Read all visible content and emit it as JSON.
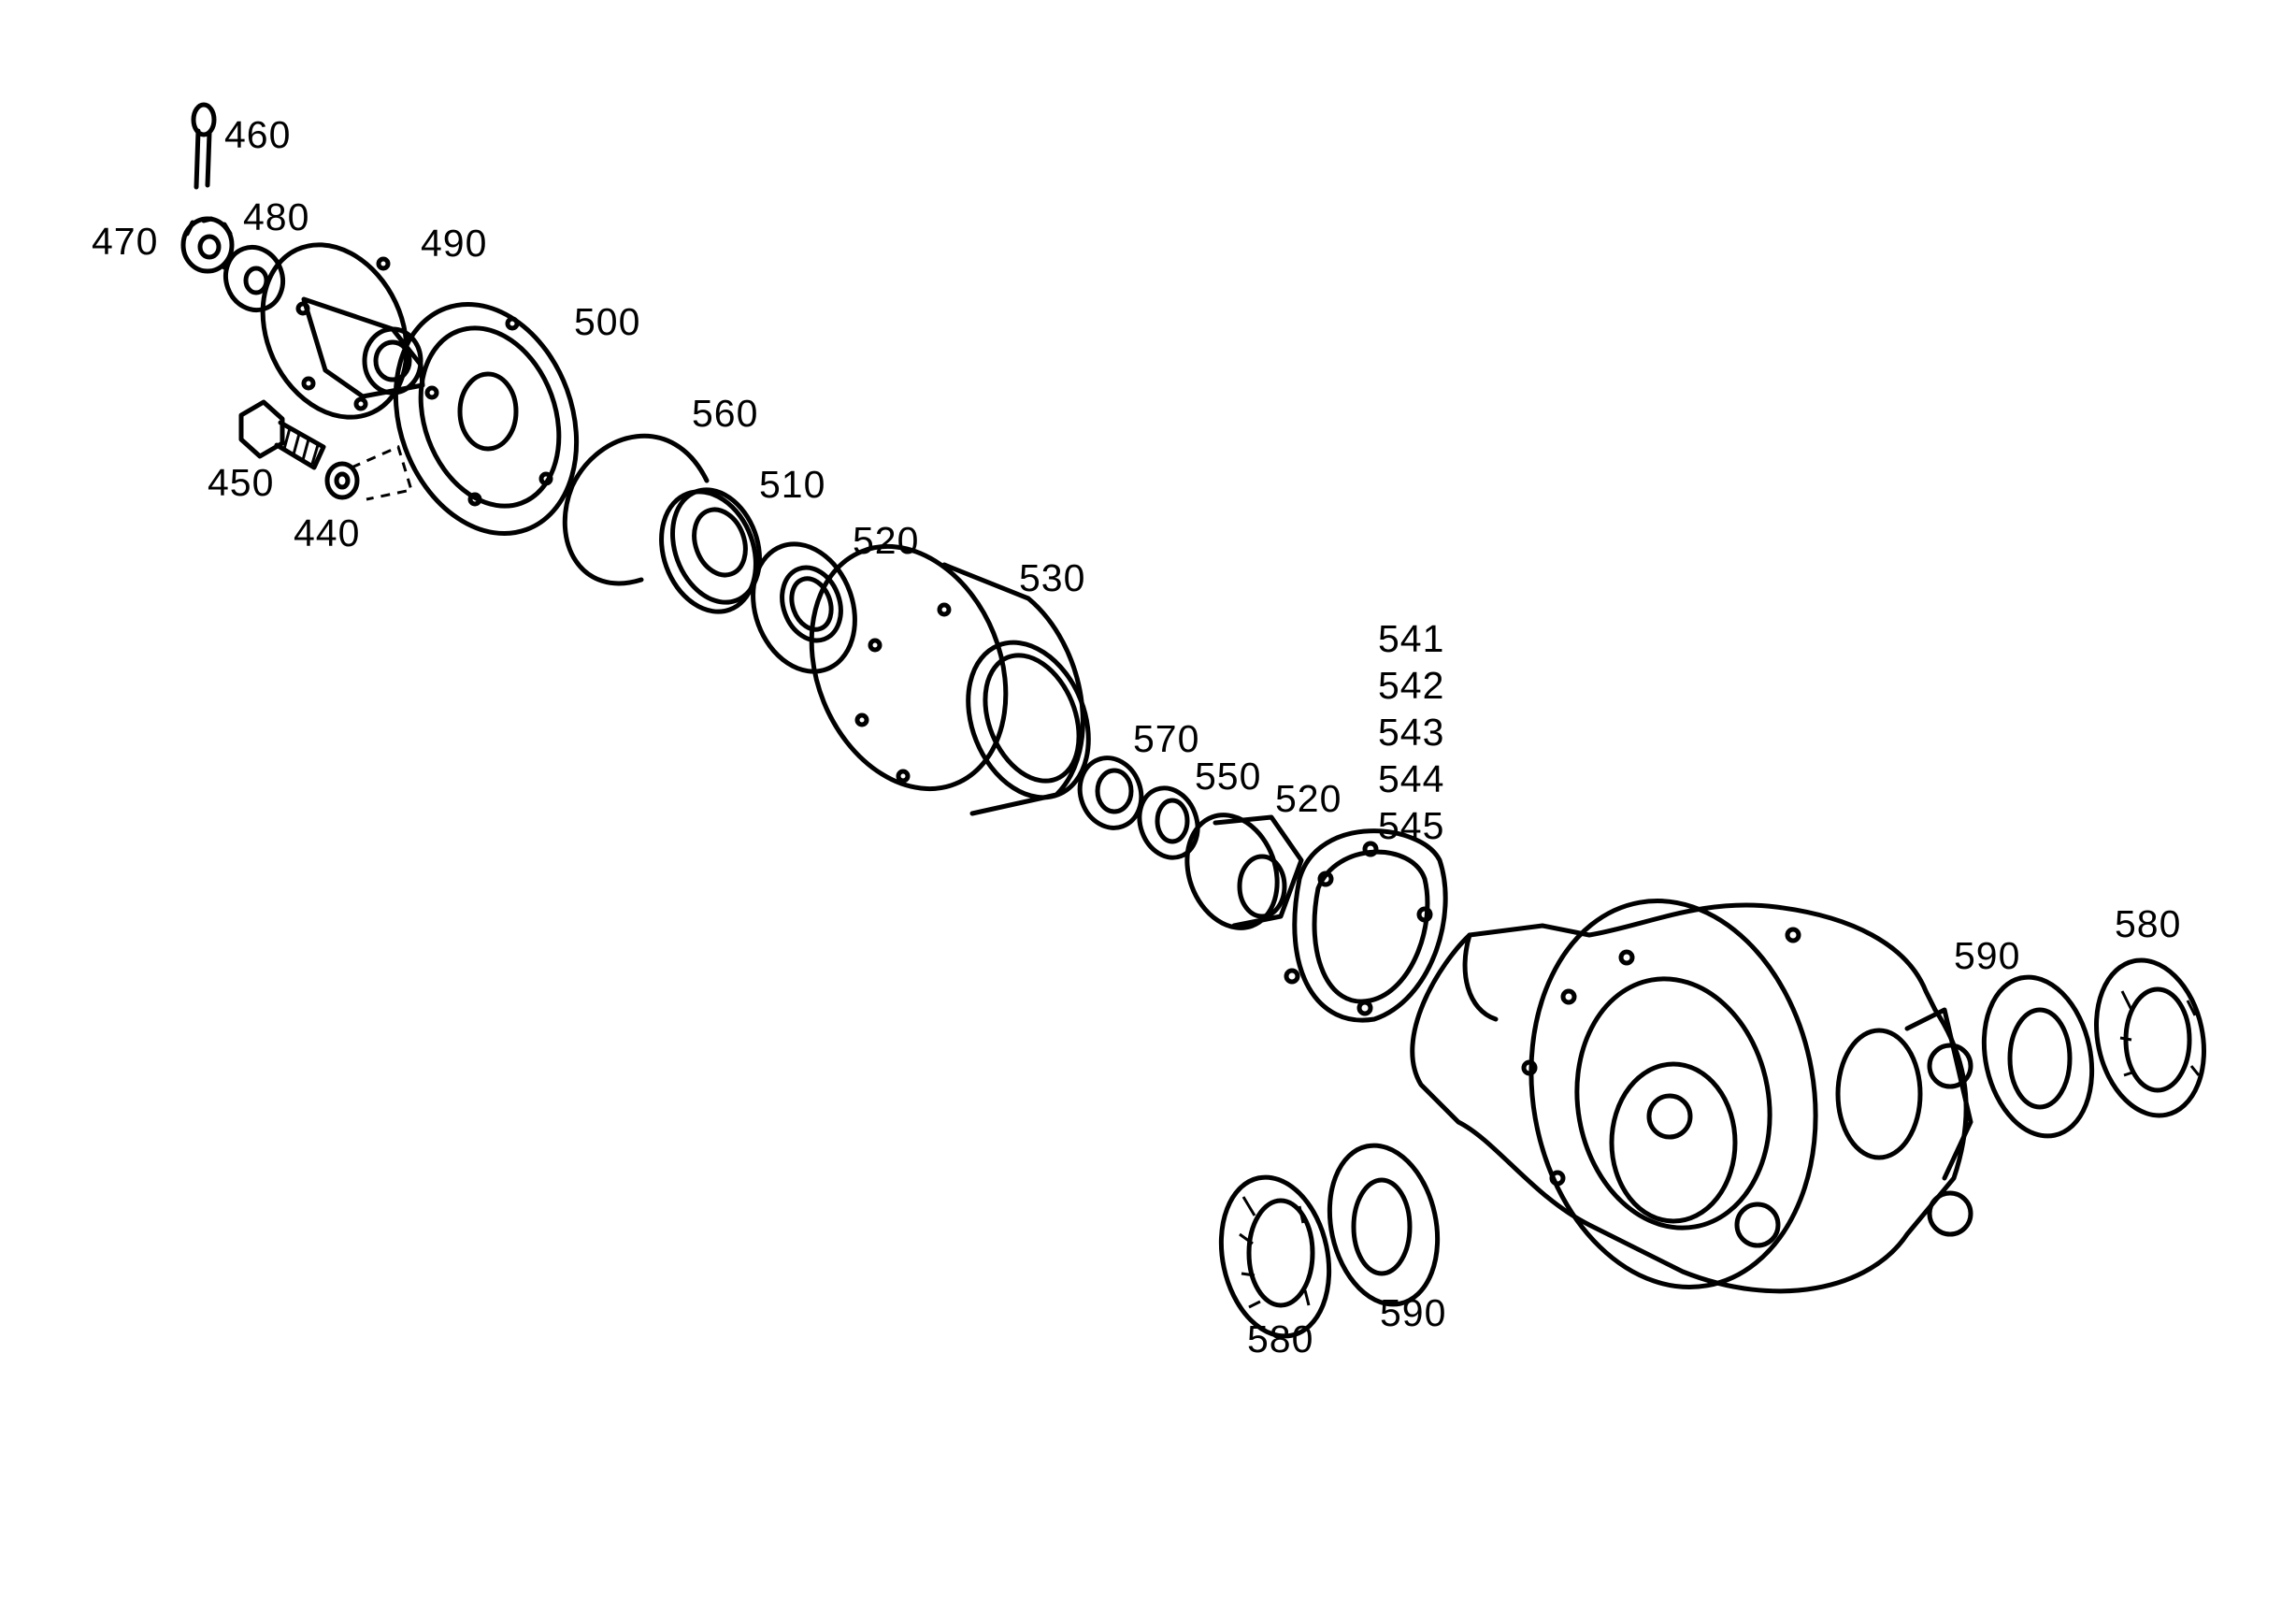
{
  "callouts": {
    "c440": "440",
    "c450": "450",
    "c460": "460",
    "c470": "470",
    "c480": "480",
    "c490": "490",
    "c500": "500",
    "c510": "510",
    "c520a": "520",
    "c520b": "520",
    "c530": "530",
    "c541": "541",
    "c542": "542",
    "c543": "543",
    "c544": "544",
    "c545": "545",
    "c550": "550",
    "c560": "560",
    "c570": "570",
    "c580a": "580",
    "c580b": "580",
    "c590a": "590",
    "c590b": "590"
  }
}
